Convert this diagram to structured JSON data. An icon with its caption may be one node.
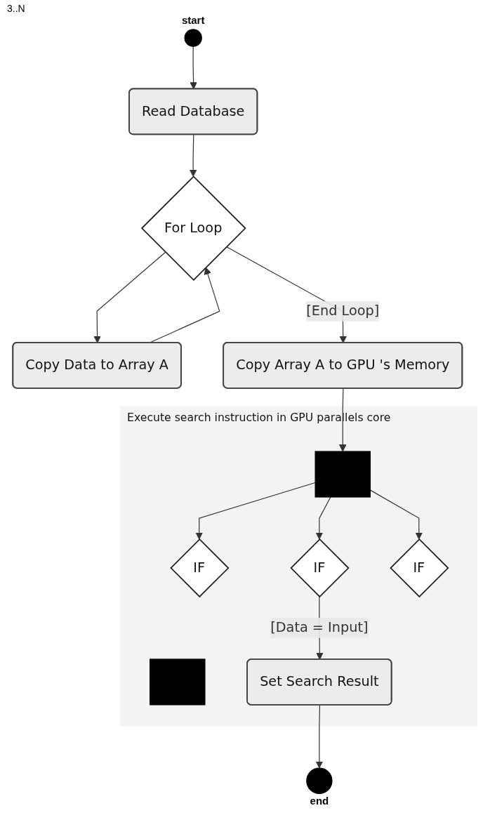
{
  "diagram": {
    "nodes": [
      {
        "text": [],
        "shape": "circle",
        "beside": [
          "start"
        ]
      },
      {
        "text": [
          "Read Database"
        ]
      },
      {
        "text": [
          "For Loop"
        ]
      },
      {
        "text": [
          "Copy Data to Array A"
        ]
      },
      {
        "text": [
          "Copy Array A to GPU 's Memory"
        ]
      },
      {
        "text": [
          "Execute search instruction in GPU parallels core"
        ]
      },
      {
        "text": [],
        "shape": "bar",
        "in": 5
      },
      {
        "text": [
          "IF"
        ],
        "in": 5
      },
      {
        "text": [
          "IF"
        ],
        "in": 5
      },
      {
        "text": [
          "IF"
        ],
        "in": 5
      },
      {
        "text": [],
        "shape": "bar",
        "in": 5
      },
      {
        "text": [
          "Set Search Result"
        ],
        "in": 5
      },
      {
        "text": [],
        "shape": "circle",
        "beside": [
          "end"
        ]
      }
    ],
    "edges": [
      {
        "from": 0,
        "to": 1,
        "arrow": "to"
      },
      {
        "from": 1,
        "to": 2,
        "arrow": "to"
      },
      {
        "from": 2,
        "to": 3,
        "arrow": "to"
      },
      {
        "from": 3,
        "to": 2,
        "arrow": "to"
      },
      {
        "from": 2,
        "to": 4,
        "label": "[End Loop]",
        "arrow": "to"
      },
      {
        "from": 4,
        "to": 6,
        "arrow": "to"
      },
      {
        "from": 6,
        "to": 7,
        "arrow": "to"
      },
      {
        "from": 6,
        "to": 8,
        "arrow": "to"
      },
      {
        "from": 6,
        "to": 9,
        "arrow": "to"
      },
      {
        "from": 8,
        "to": 11,
        "label": "[Data = Input]",
        "arrow": "to"
      },
      {
        "from": 11,
        "to": 12,
        "arrow": "to"
      }
    ],
    "labels": [
      "3..N"
    ]
  }
}
